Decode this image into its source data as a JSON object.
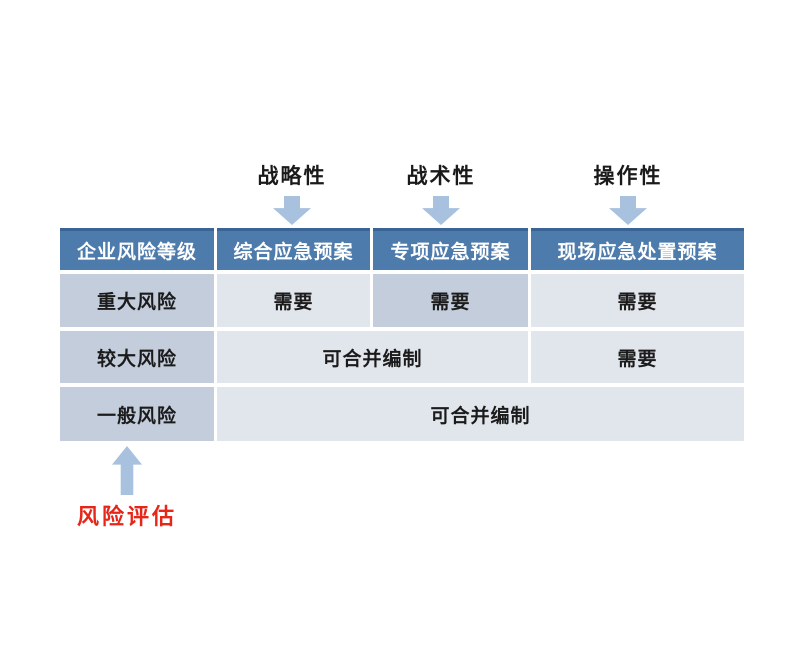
{
  "diagram": {
    "title_context": "emergency-plan-risk-matrix",
    "top_annotations": [
      {
        "label": "战略性"
      },
      {
        "label": "战术性"
      },
      {
        "label": "操作性"
      }
    ],
    "table": {
      "headers": [
        "企业风险等级",
        "综合应急预案",
        "专项应急预案",
        "现场应急处置预案"
      ],
      "rows": [
        {
          "label": "重大风险",
          "cells": [
            {
              "text": "需要",
              "span": 1,
              "highlight": false
            },
            {
              "text": "需要",
              "span": 1,
              "highlight": true
            },
            {
              "text": "需要",
              "span": 1,
              "highlight": false
            }
          ]
        },
        {
          "label": "较大风险",
          "cells": [
            {
              "text": "可合并编制",
              "span": 2,
              "highlight": false
            },
            {
              "text": "需要",
              "span": 1,
              "highlight": false
            }
          ]
        },
        {
          "label": "一般风险",
          "cells": [
            {
              "text": "可合并编制",
              "span": 3,
              "highlight": false
            }
          ]
        }
      ]
    },
    "bottom_annotation": {
      "label": "风险评估"
    },
    "colors": {
      "header_bg": "#4d7bac",
      "header_top_border": "#3a6496",
      "row_label_bg": "#c3cddc",
      "body_cell_bg": "#e1e5ec",
      "highlight_cell_bg": "#c3cddc",
      "arrow_fill": "#a7c1de",
      "annotation_red": "#e62619",
      "header_text": "#ffffff",
      "body_text": "#1b1b1b"
    }
  }
}
